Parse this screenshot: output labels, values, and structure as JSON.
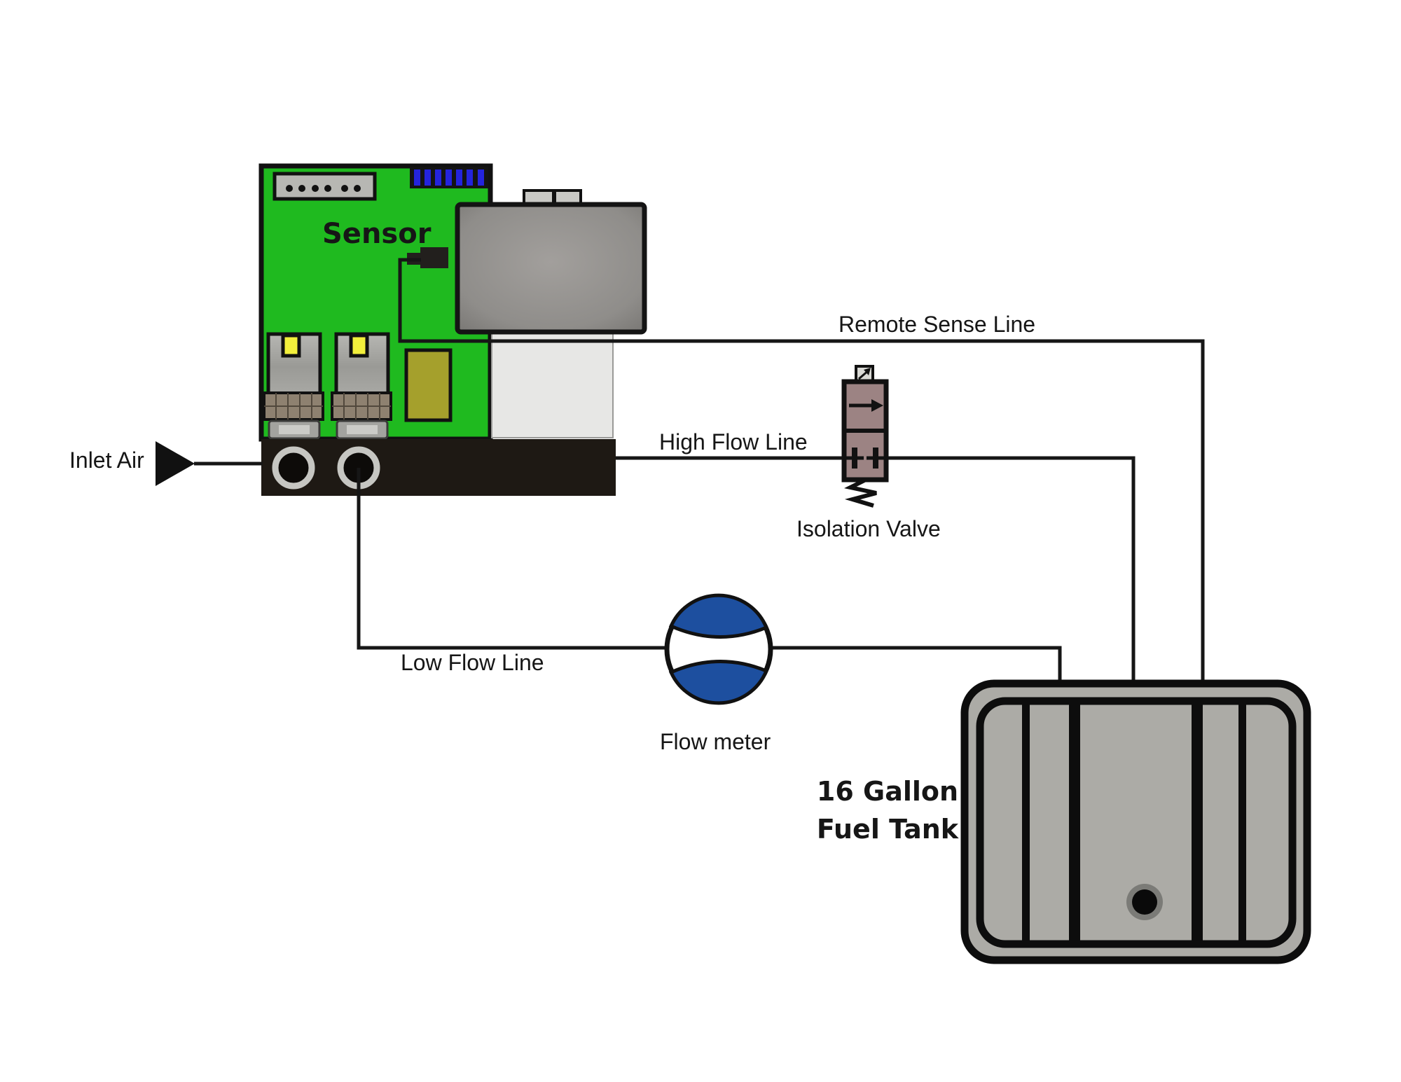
{
  "diagram": {
    "title_hint": "Fuel sensor pneumatic diagram",
    "labels": {
      "sensor": "Sensor",
      "inlet_air": "Inlet Air",
      "remote_sense_line": "Remote Sense Line",
      "high_flow_line": "High Flow Line",
      "isolation_valve": "Isolation Valve",
      "low_flow_line": "Low Flow Line",
      "flow_meter": "Flow meter",
      "fuel_tank_line1": "16 Gallon",
      "fuel_tank_line2": "Fuel Tank"
    },
    "colors": {
      "pcb_green": "#1fba1f",
      "flow_meter_blue": "#1d4f9f",
      "valve_mauve": "#9c8383",
      "tank_gray": "#acaba6",
      "olive_component": "#a5a02c",
      "pin_blue": "#2424dd",
      "led_yellow": "#f2ef3c",
      "line_black": "#161616"
    }
  }
}
